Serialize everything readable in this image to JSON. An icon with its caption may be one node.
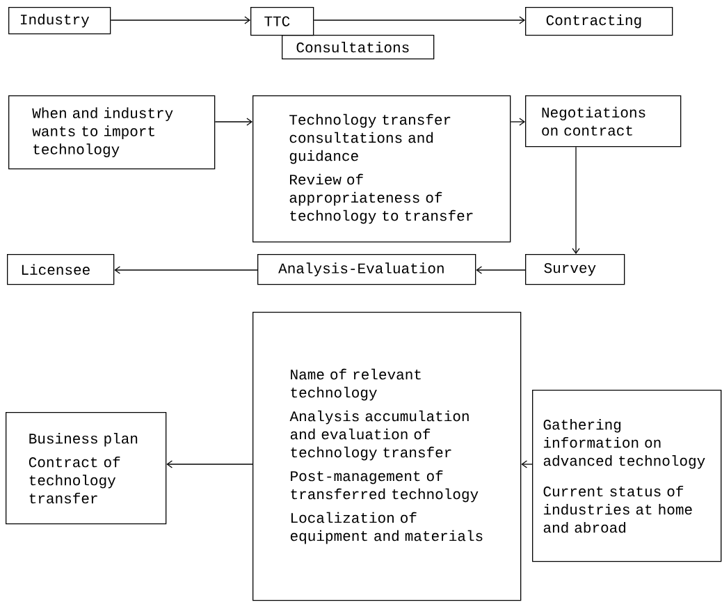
{
  "diagram": {
    "nodes": [
      {
        "text": [
          "Industry"
        ]
      },
      {
        "text": [
          "TTC"
        ]
      },
      {
        "text": [
          "Consultations"
        ]
      },
      {
        "text": [
          "Contracting"
        ]
      },
      {
        "text": [
          "When and industry wants to import technology"
        ]
      },
      {
        "text": [
          "Technology transfer consultations and guidance",
          "Review of appropriateness of technology to transfer"
        ]
      },
      {
        "text": [
          "Negotiations on contract"
        ]
      },
      {
        "text": [
          "Licensee"
        ]
      },
      {
        "text": [
          "Analysis-Evaluation"
        ]
      },
      {
        "text": [
          "Survey"
        ]
      },
      {
        "text": [
          "Name of relevant technology",
          "Analysis accumulation and evaluation of technology transfer",
          "Post-management of transferred technology",
          "Localization of equipment and materials"
        ]
      },
      {
        "text": [
          "Business plan",
          "Contract of technology transfer"
        ]
      },
      {
        "text": [
          "Gathering information on advanced technology",
          "Current status of industries at home and abroad"
        ]
      }
    ],
    "edges": [
      {
        "from": 0,
        "to": 1,
        "arrow": "to"
      },
      {
        "from": 1,
        "to": 3,
        "arrow": "to"
      },
      {
        "from": 4,
        "to": 5,
        "arrow": "to"
      },
      {
        "from": 5,
        "to": 6,
        "arrow": "to"
      },
      {
        "from": 6,
        "to": 9,
        "arrow": "to"
      },
      {
        "from": 9,
        "to": 8,
        "arrow": "to"
      },
      {
        "from": 8,
        "to": 7,
        "arrow": "to"
      },
      {
        "from": 10,
        "to": 11,
        "arrow": "to"
      },
      {
        "from": 12,
        "to": 10,
        "arrow": "to"
      }
    ]
  }
}
